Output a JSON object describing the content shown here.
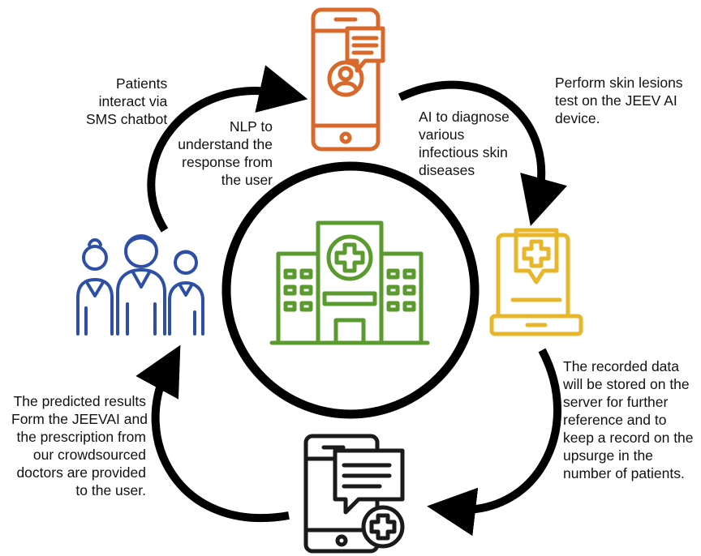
{
  "colors": {
    "phone": "#d9692a",
    "hospital": "#5a9a2e",
    "people": "#2d4fa5",
    "laptop": "#e8b62a",
    "tablet": "#1a1a1a",
    "arrows": "#000000"
  },
  "icons": {
    "top": "smartphone-chat-user-icon",
    "center": "hospital-building-icon",
    "left": "patients-group-icon",
    "right": "laptop-medical-icon",
    "bottom": "tablet-message-medical-icon"
  },
  "labels": {
    "patients": [
      "Patients",
      "interact  via",
      "SMS chatbot"
    ],
    "nlp": [
      "NLP to",
      "understand the",
      "response from",
      "the user"
    ],
    "ai": [
      "AI to diagnose",
      "various",
      "infectious skin",
      "diseases"
    ],
    "perform": [
      "Perform skin lesions",
      "test on the JEEV AI",
      "device."
    ],
    "recorded": [
      "The recorded data",
      "will be stored on the",
      "server for further",
      "reference and to",
      "keep a record on the",
      "upsurge in the",
      "number of patients."
    ],
    "predicted": [
      "The predicted results",
      "Form the JEEVAI and",
      "the prescription from",
      "our crowdsourced",
      "doctors are provided",
      "to the user."
    ]
  }
}
